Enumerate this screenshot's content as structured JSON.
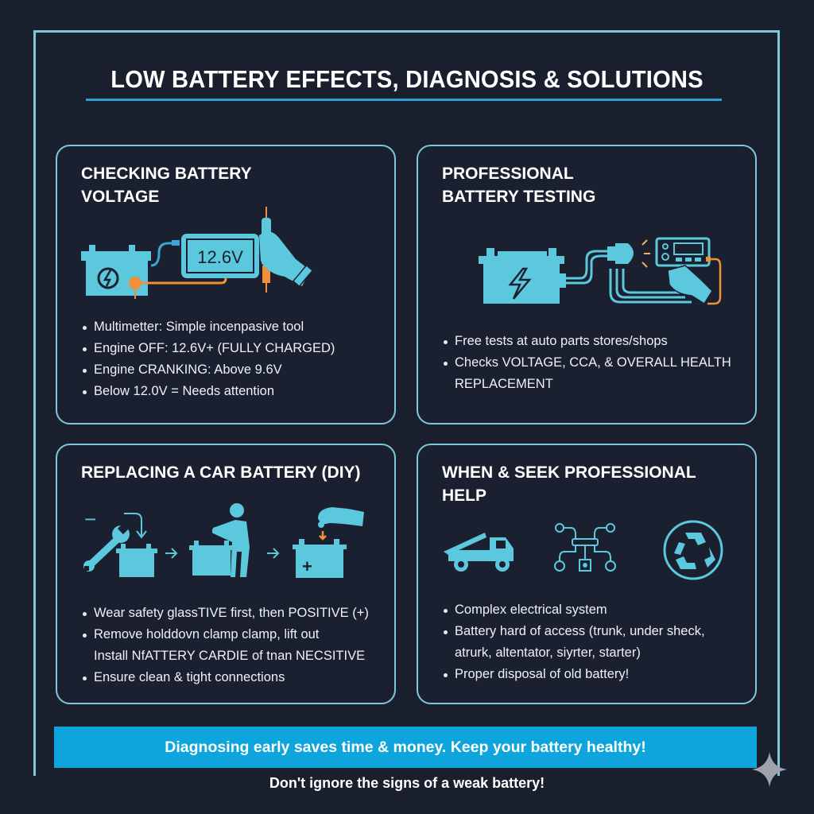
{
  "header": {
    "title": "LOW BATTERY EFFECTS, DIAGNOSIS & SOLUTIONS"
  },
  "colors": {
    "background": "#1a1f2e",
    "frame": "#7ec8dc",
    "accent": "#2d9fd6",
    "icon_fill": "#5bc8de",
    "icon_orange": "#f0903a",
    "banner": "#0ea5dc"
  },
  "panels": [
    {
      "title_lines": [
        "CHECKING BATTERY",
        "VOLTAGE"
      ],
      "icons": [
        "battery-icon",
        "multimeter-icon",
        "probe-hand-icon"
      ],
      "meter_reading": "12.6V",
      "bullets": [
        "Multimetter: Simple incenpasive tool",
        "Engine OFF: 12.6V+ (FULLY CHARGED)",
        "Engine CRANKING: Above 9.6V",
        "Below 12.0V = Needs attention"
      ]
    },
    {
      "title_lines": [
        "PROFESSIONAL",
        "BATTERY TESTING"
      ],
      "icons": [
        "battery-icon",
        "tester-clamp-icon",
        "tester-device-icon",
        "hand-icon"
      ],
      "bullets": [
        "Free tests at auto parts stores/shops",
        "Checks VOLTAGE, CCA, & OVERALL HEALTH"
      ],
      "continuation": "REPLACEMENT"
    },
    {
      "title_lines": [
        "REPLACING A CAR BATTERY (DIY)"
      ],
      "icons": [
        "wrench-negative-icon",
        "battery-icon",
        "arrow-right-icon",
        "person-lifting-battery-icon",
        "arrow-right-icon",
        "hand-install-battery-icon"
      ],
      "step_symbols": {
        "minus": "−",
        "plus": "+"
      },
      "bullets": [
        "Wear safety glassTIVE first, then POSITIVE (+)",
        "Remove holddovn clamp clamp, lift out"
      ],
      "continuation": "Install NfATTERY CARDIE of tnan NECSITIVE",
      "bullets_after": [
        "Ensure clean & tight connections"
      ]
    },
    {
      "title_lines": [
        "WHEN & SEEK PROFESSIONAL",
        "HELP"
      ],
      "icons": [
        "tow-truck-icon",
        "circuit-icon",
        "recycle-icon"
      ],
      "bullets": [
        "Complex electrical system",
        "Battery hard of access (trunk, under sheck,"
      ],
      "continuation": "atrurk, altentator, siyrter, starter)",
      "bullets_after": [
        "Proper disposal of old battery!"
      ]
    }
  ],
  "banner": {
    "text": "Diagnosing early saves time & money. Keep your battery healthy!"
  },
  "footer": {
    "text": "Don't ignore the signs of a weak battery!"
  }
}
